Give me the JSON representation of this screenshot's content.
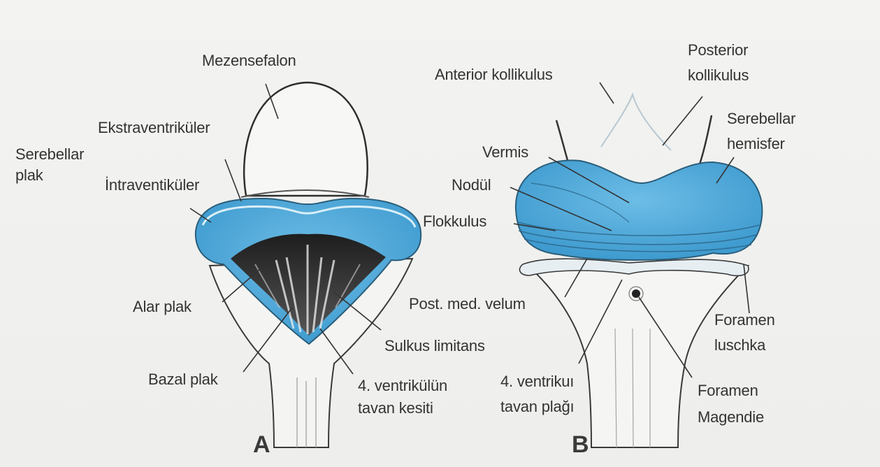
{
  "colors": {
    "background": "#efefed",
    "cerebellum_blue": "#4aa6d6",
    "cerebellum_blue_light": "#74c0e6",
    "outline": "#3a3a3a",
    "text": "#333333"
  },
  "panel_a": {
    "letter": "A",
    "labels": {
      "mezensefalon": "Mezensefalon",
      "ekstraventrikuler": "Ekstraventriküler",
      "serebellar_plak": "Serebellar\nplak",
      "intraventikuler": "İntraventiküler",
      "alar_plak": "Alar plak",
      "sulkus_limitans": "Sulkus limitans",
      "bazal_plak": "Bazal plak",
      "ventrikulun_tavan_kesiti": "4. ventrikülün\ntavan kesiti"
    }
  },
  "panel_b": {
    "letter": "B",
    "labels": {
      "anterior_kollikulus": "Anterior kollikulus",
      "posterior_kollikulus": "Posterior\nkollikulus",
      "serebellar_hemisfer": "Serebellar\nhemisfer",
      "vermis": "Vermis",
      "nodul": "Nodül",
      "flokkulus": "Flokkulus",
      "post_med_velum": "Post. med. velum",
      "foramen_luschka": "Foramen\nluschka",
      "ventrikul_tavan_plagi": "4. ventrikuı\ntavan plağı",
      "foramen_magendie": "Foramen\nMagendie"
    }
  }
}
